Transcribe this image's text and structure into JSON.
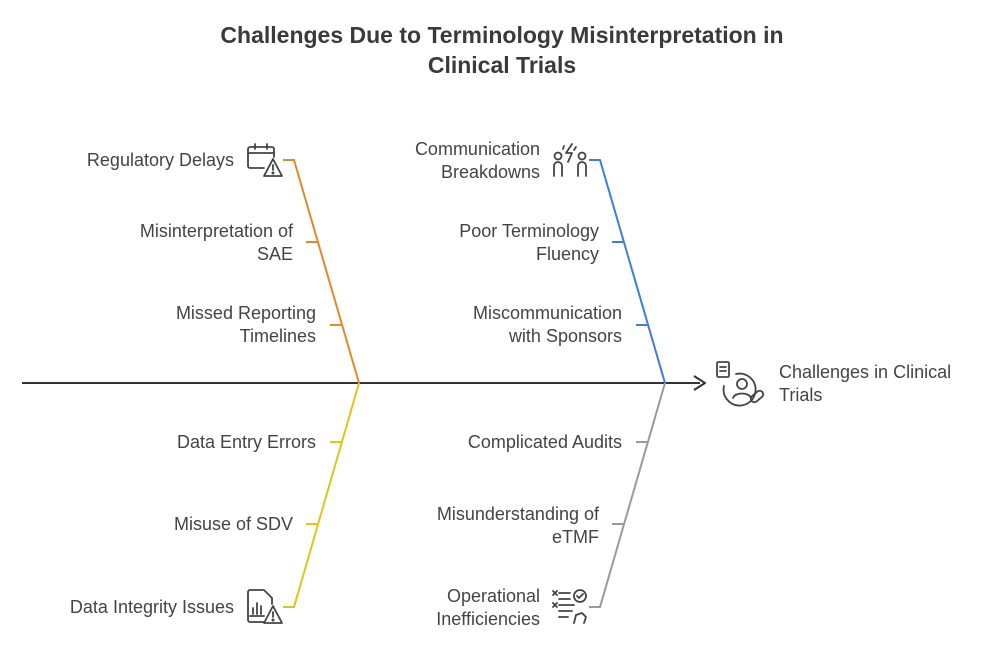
{
  "title": {
    "line1": "Challenges Due to Terminology Misinterpretation in",
    "line2": "Clinical Trials"
  },
  "head": {
    "line1": "Challenges in Clinical",
    "line2": "Trials",
    "icon": "document-person-pill-icon"
  },
  "colors": {
    "spine": "#333333",
    "regulatory": "#e08a2e",
    "communication": "#3b7de0",
    "data": "#dcc51c",
    "operational": "#9a9a9a",
    "text": "#444444"
  },
  "branches": {
    "regulatory": {
      "main": "Regulatory Delays",
      "icon": "calendar-warning-icon",
      "causes": [
        {
          "line1": "Misinterpretation of",
          "line2": "SAE"
        },
        {
          "line1": "Missed Reporting",
          "line2": "Timelines"
        }
      ]
    },
    "communication": {
      "main_line1": "Communication",
      "main_line2": "Breakdowns",
      "icon": "people-lightning-icon",
      "causes": [
        {
          "line1": "Poor Terminology",
          "line2": "Fluency"
        },
        {
          "line1": "Miscommunication",
          "line2": "with Sponsors"
        }
      ]
    },
    "data": {
      "main": "Data Integrity Issues",
      "icon": "chart-document-warning-icon",
      "causes": [
        {
          "line1": "Data Entry Errors"
        },
        {
          "line1": "Misuse of SDV"
        }
      ]
    },
    "operational": {
      "main_line1": "Operational",
      "main_line2": "Inefficiencies",
      "icon": "checklist-hand-icon",
      "causes": [
        {
          "line1": "Complicated Audits"
        },
        {
          "line1": "Misunderstanding of",
          "line2": "eTMF"
        }
      ]
    }
  }
}
